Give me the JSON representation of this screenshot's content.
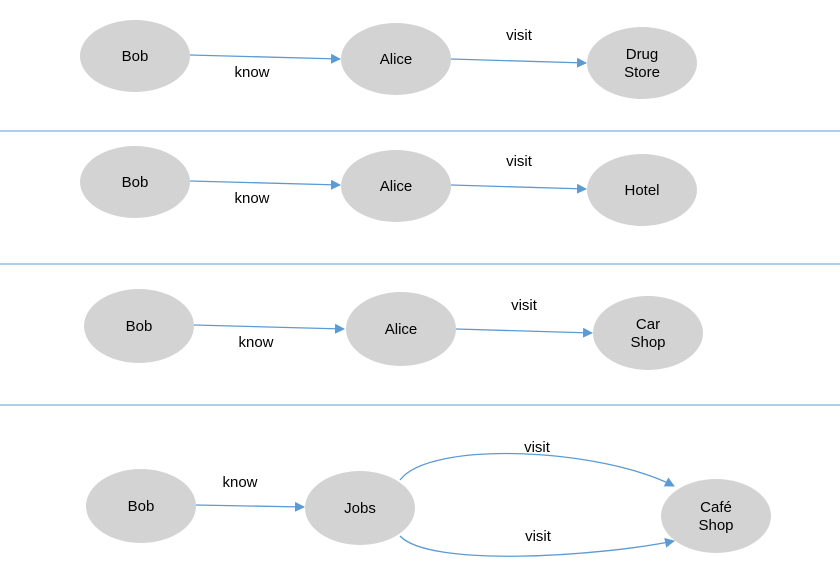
{
  "colors": {
    "node_fill": "#d3d3d3",
    "edge": "#5b9bd5",
    "divider": "#5b9bd5"
  },
  "panels": [
    {
      "nodes": [
        {
          "id": "bob",
          "lines": [
            "Bob"
          ]
        },
        {
          "id": "alice",
          "lines": [
            "Alice"
          ]
        },
        {
          "id": "drug-store",
          "lines": [
            "Drug",
            "Store"
          ]
        }
      ],
      "edges": [
        {
          "from": "bob",
          "to": "alice",
          "label": "know"
        },
        {
          "from": "alice",
          "to": "drug-store",
          "label": "visit"
        }
      ]
    },
    {
      "nodes": [
        {
          "id": "bob",
          "lines": [
            "Bob"
          ]
        },
        {
          "id": "alice",
          "lines": [
            "Alice"
          ]
        },
        {
          "id": "hotel",
          "lines": [
            "Hotel"
          ]
        }
      ],
      "edges": [
        {
          "from": "bob",
          "to": "alice",
          "label": "know"
        },
        {
          "from": "alice",
          "to": "hotel",
          "label": "visit"
        }
      ]
    },
    {
      "nodes": [
        {
          "id": "bob",
          "lines": [
            "Bob"
          ]
        },
        {
          "id": "alice",
          "lines": [
            "Alice"
          ]
        },
        {
          "id": "car-shop",
          "lines": [
            "Car",
            "Shop"
          ]
        }
      ],
      "edges": [
        {
          "from": "bob",
          "to": "alice",
          "label": "know"
        },
        {
          "from": "alice",
          "to": "car-shop",
          "label": "visit"
        }
      ]
    },
    {
      "nodes": [
        {
          "id": "bob",
          "lines": [
            "Bob"
          ]
        },
        {
          "id": "jobs",
          "lines": [
            "Jobs"
          ]
        },
        {
          "id": "cafe-shop",
          "lines": [
            "Café",
            "Shop"
          ]
        }
      ],
      "edges": [
        {
          "from": "bob",
          "to": "jobs",
          "label": "know"
        },
        {
          "from": "jobs",
          "to": "cafe-shop",
          "label": "visit"
        },
        {
          "from": "jobs",
          "to": "cafe-shop",
          "label": "visit"
        }
      ]
    }
  ]
}
